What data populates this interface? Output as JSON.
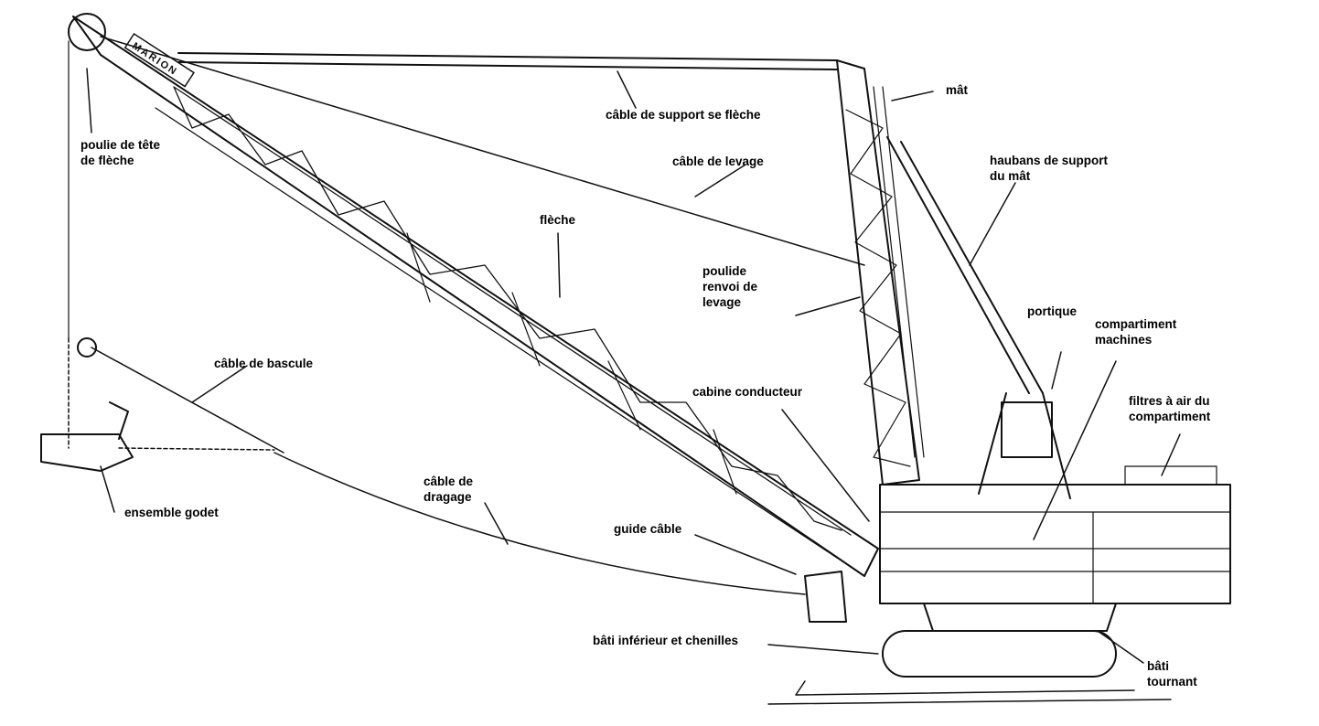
{
  "diagram": {
    "logo_text": "MARION",
    "labels": [
      {
        "id": "poulie-tete-fleche",
        "lines": [
          "poulie de tête",
          "de  flèche"
        ]
      },
      {
        "id": "cable-support-fleche",
        "lines": [
          "câble de support se flèche"
        ]
      },
      {
        "id": "mat",
        "lines": [
          "mât"
        ]
      },
      {
        "id": "haubans-support-mat",
        "lines": [
          "haubans de support",
          "du mât"
        ]
      },
      {
        "id": "cable-levage",
        "lines": [
          "câble de levage"
        ]
      },
      {
        "id": "fleche",
        "lines": [
          "flèche"
        ]
      },
      {
        "id": "poulide-renvoi-levage",
        "lines": [
          "poulide",
          "renvoi de",
          "levage"
        ]
      },
      {
        "id": "portique",
        "lines": [
          "portique"
        ]
      },
      {
        "id": "compartiment-machines",
        "lines": [
          "compartiment",
          "machines"
        ]
      },
      {
        "id": "cable-bascule",
        "lines": [
          "câble de bascule"
        ]
      },
      {
        "id": "cabine-conducteur",
        "lines": [
          "cabine conducteur"
        ]
      },
      {
        "id": "filtres-air",
        "lines": [
          "filtres à air du",
          "compartiment"
        ]
      },
      {
        "id": "cable-dragage",
        "lines": [
          "câble de",
          "dragage"
        ]
      },
      {
        "id": "ensemble-godet",
        "lines": [
          "ensemble godet"
        ]
      },
      {
        "id": "guide-cable",
        "lines": [
          "guide câble"
        ]
      },
      {
        "id": "bati-inferieur-chenilles",
        "lines": [
          "bâti inférieur et chenilles"
        ]
      },
      {
        "id": "bati-tournant",
        "lines": [
          "bâti",
          "tournant"
        ]
      }
    ]
  }
}
